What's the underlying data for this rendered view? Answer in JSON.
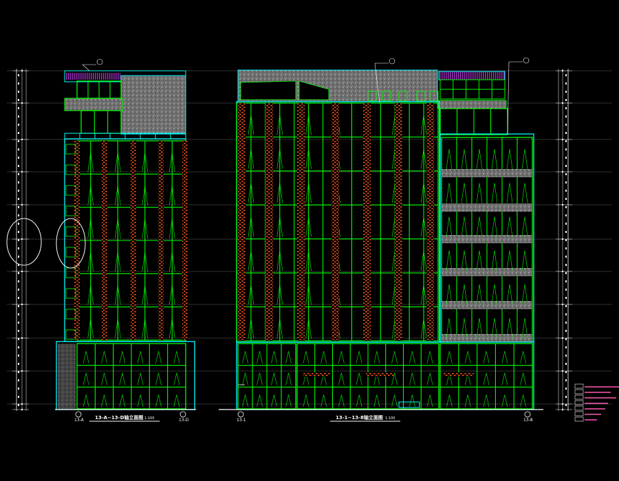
{
  "drawing_labels": {
    "left_title": "13-A~13-D轴立面图",
    "left_scale": "1:100",
    "right_title": "13-1~13-8轴立面图",
    "right_scale": "1:100"
  },
  "axis_tags": {
    "left_start": "13-A",
    "left_end": "13-D",
    "right_start": "13-1",
    "right_end": "13-8"
  },
  "colors": {
    "background": "#000000",
    "glazing": "#00ff00",
    "outline": "#00ffff",
    "stone": "#808080",
    "brick": "#ff5a20",
    "legend": "#ff5ab4",
    "annotation": "#ffffff"
  }
}
